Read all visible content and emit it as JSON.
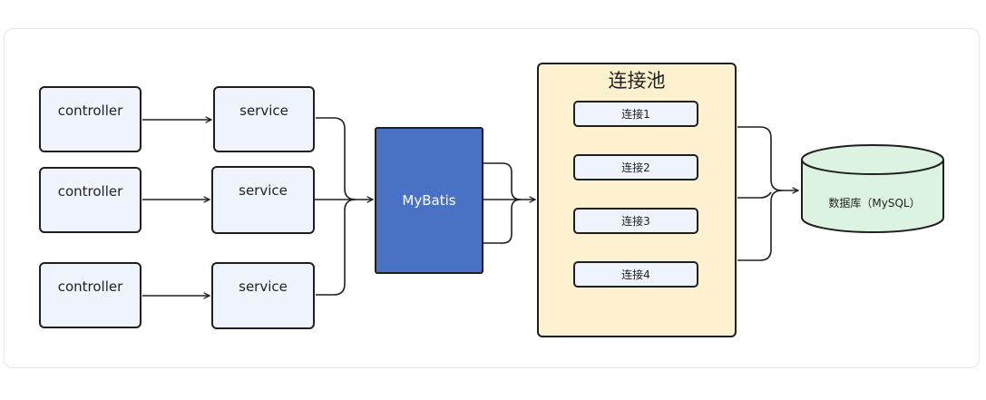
{
  "diagram": {
    "layers": {
      "controllers": [
        "controller",
        "controller",
        "controller"
      ],
      "services": [
        "service",
        "service",
        "service"
      ],
      "orm": "MyBatis",
      "pool": {
        "title": "连接池",
        "connections": [
          "连接1",
          "连接2",
          "连接3",
          "连接4"
        ]
      },
      "database": "数据库（MySQL）"
    },
    "colors": {
      "controller_fill": "#eef3fc",
      "mybatis_fill": "#4a72c4",
      "pool_fill": "#fef1cf",
      "database_fill": "#dcf3e1",
      "stroke": "#1f1f1f"
    }
  }
}
